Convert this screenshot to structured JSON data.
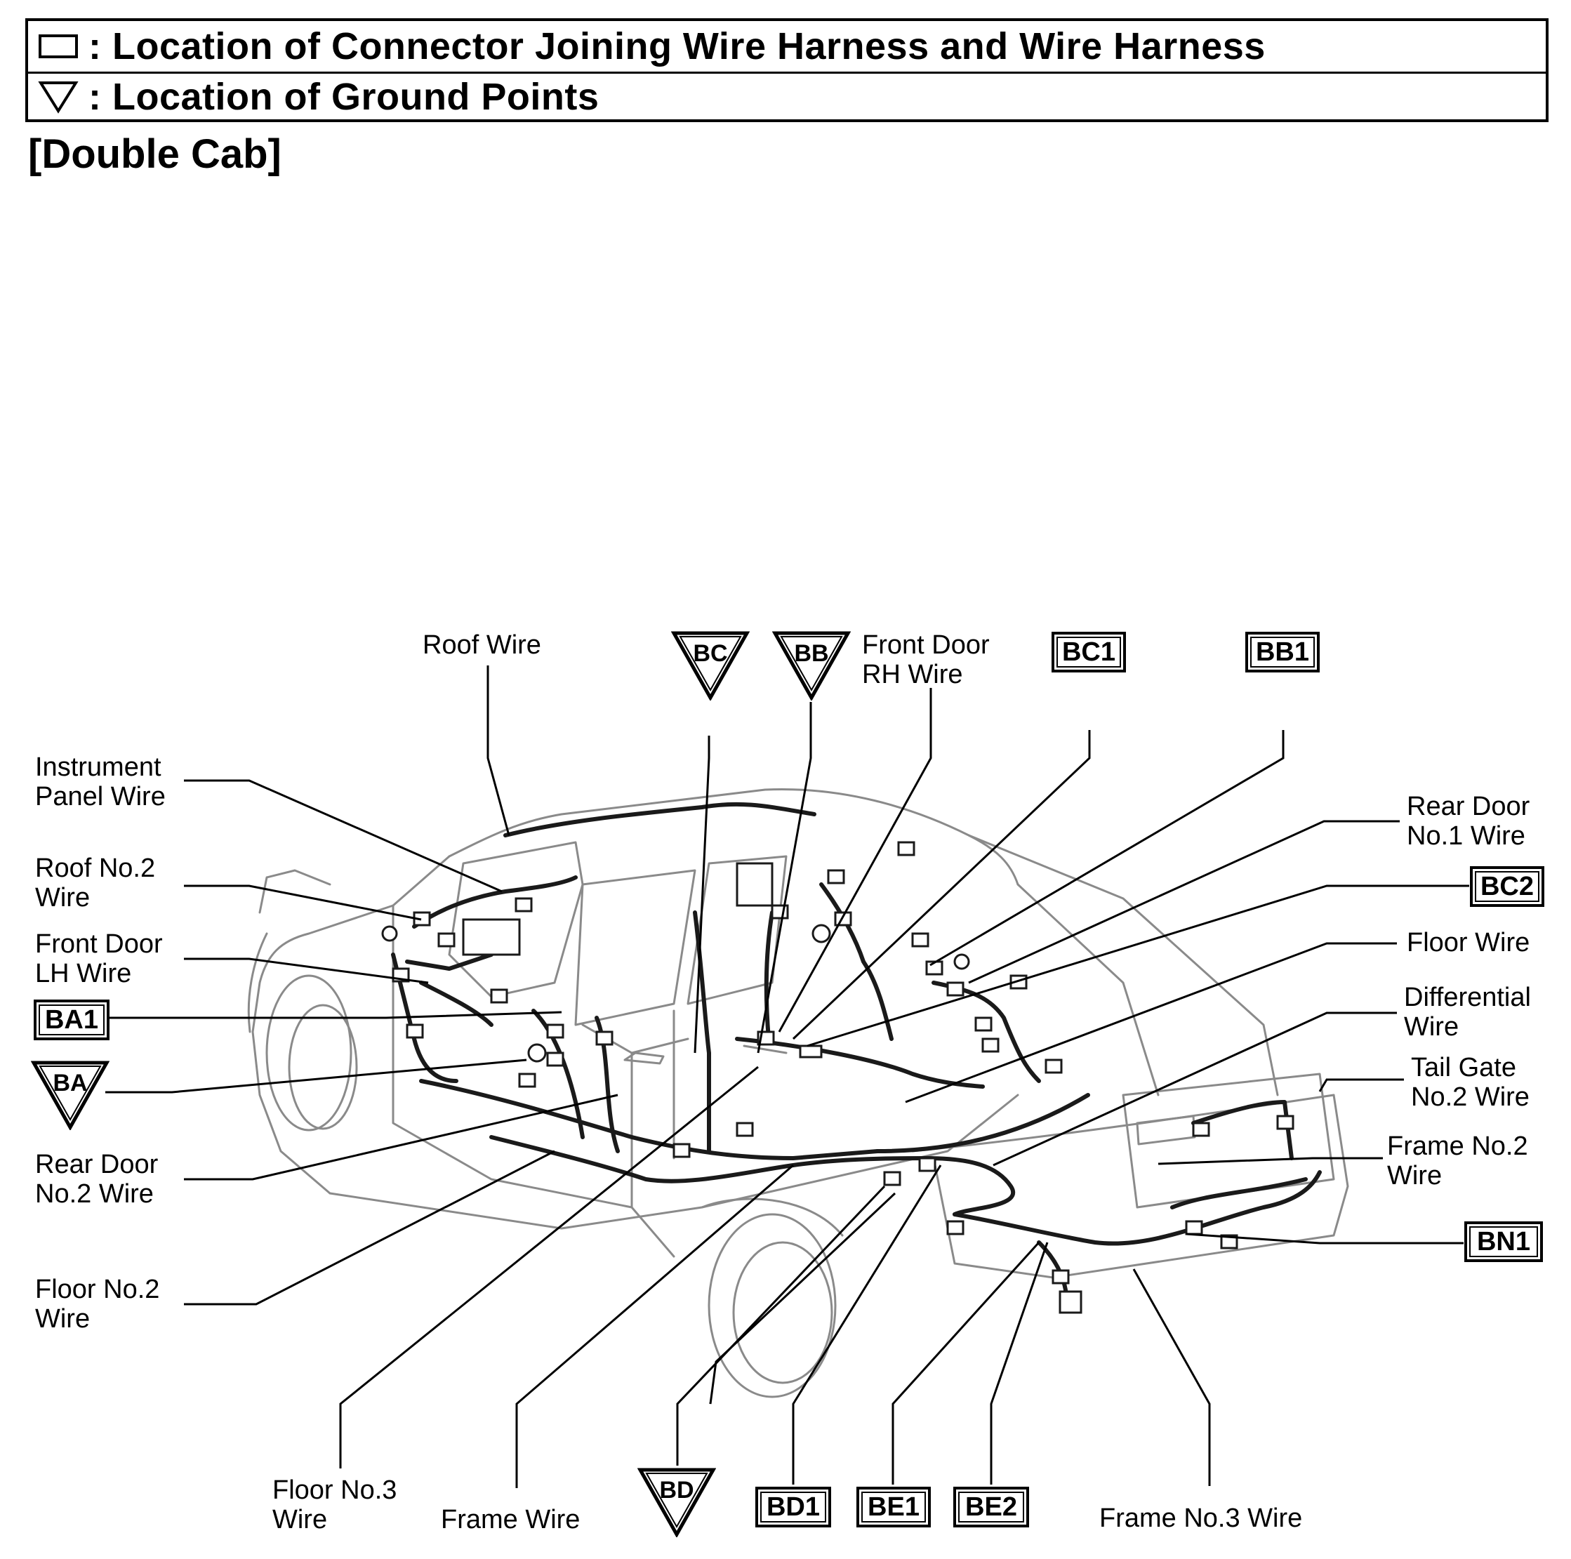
{
  "legend": {
    "connector_text": ": Location of Connector Joining Wire Harness and Wire Harness",
    "ground_text": ": Location of Ground Points"
  },
  "heading": "[Double Cab]",
  "wire_labels": {
    "roof_wire": "Roof Wire",
    "instrument_panel_wire": "Instrument\nPanel Wire",
    "roof_no2_wire": "Roof No.2\nWire",
    "front_door_lh_wire": "Front Door\nLH Wire",
    "rear_door_no2_wire": "Rear Door\nNo.2 Wire",
    "floor_no2_wire": "Floor No.2\nWire",
    "floor_no3_wire": "Floor No.3\nWire",
    "frame_wire": "Frame Wire",
    "front_door_rh_wire": "Front Door\nRH Wire",
    "rear_door_no1_wire": "Rear Door\nNo.1 Wire",
    "floor_wire": "Floor Wire",
    "differential_wire": "Differential\nWire",
    "tail_gate_no2_wire": "Tail Gate\nNo.2 Wire",
    "frame_no2_wire": "Frame No.2\nWire",
    "frame_no3_wire": "Frame No.3 Wire"
  },
  "connectors": {
    "bc1": "BC1",
    "bb1": "BB1",
    "bc2": "BC2",
    "ba1": "BA1",
    "bn1": "BN1",
    "bd1": "BD1",
    "be1": "BE1",
    "be2": "BE2"
  },
  "grounds": {
    "bc": "BC",
    "bb": "BB",
    "ba": "BA",
    "bd": "BD"
  }
}
